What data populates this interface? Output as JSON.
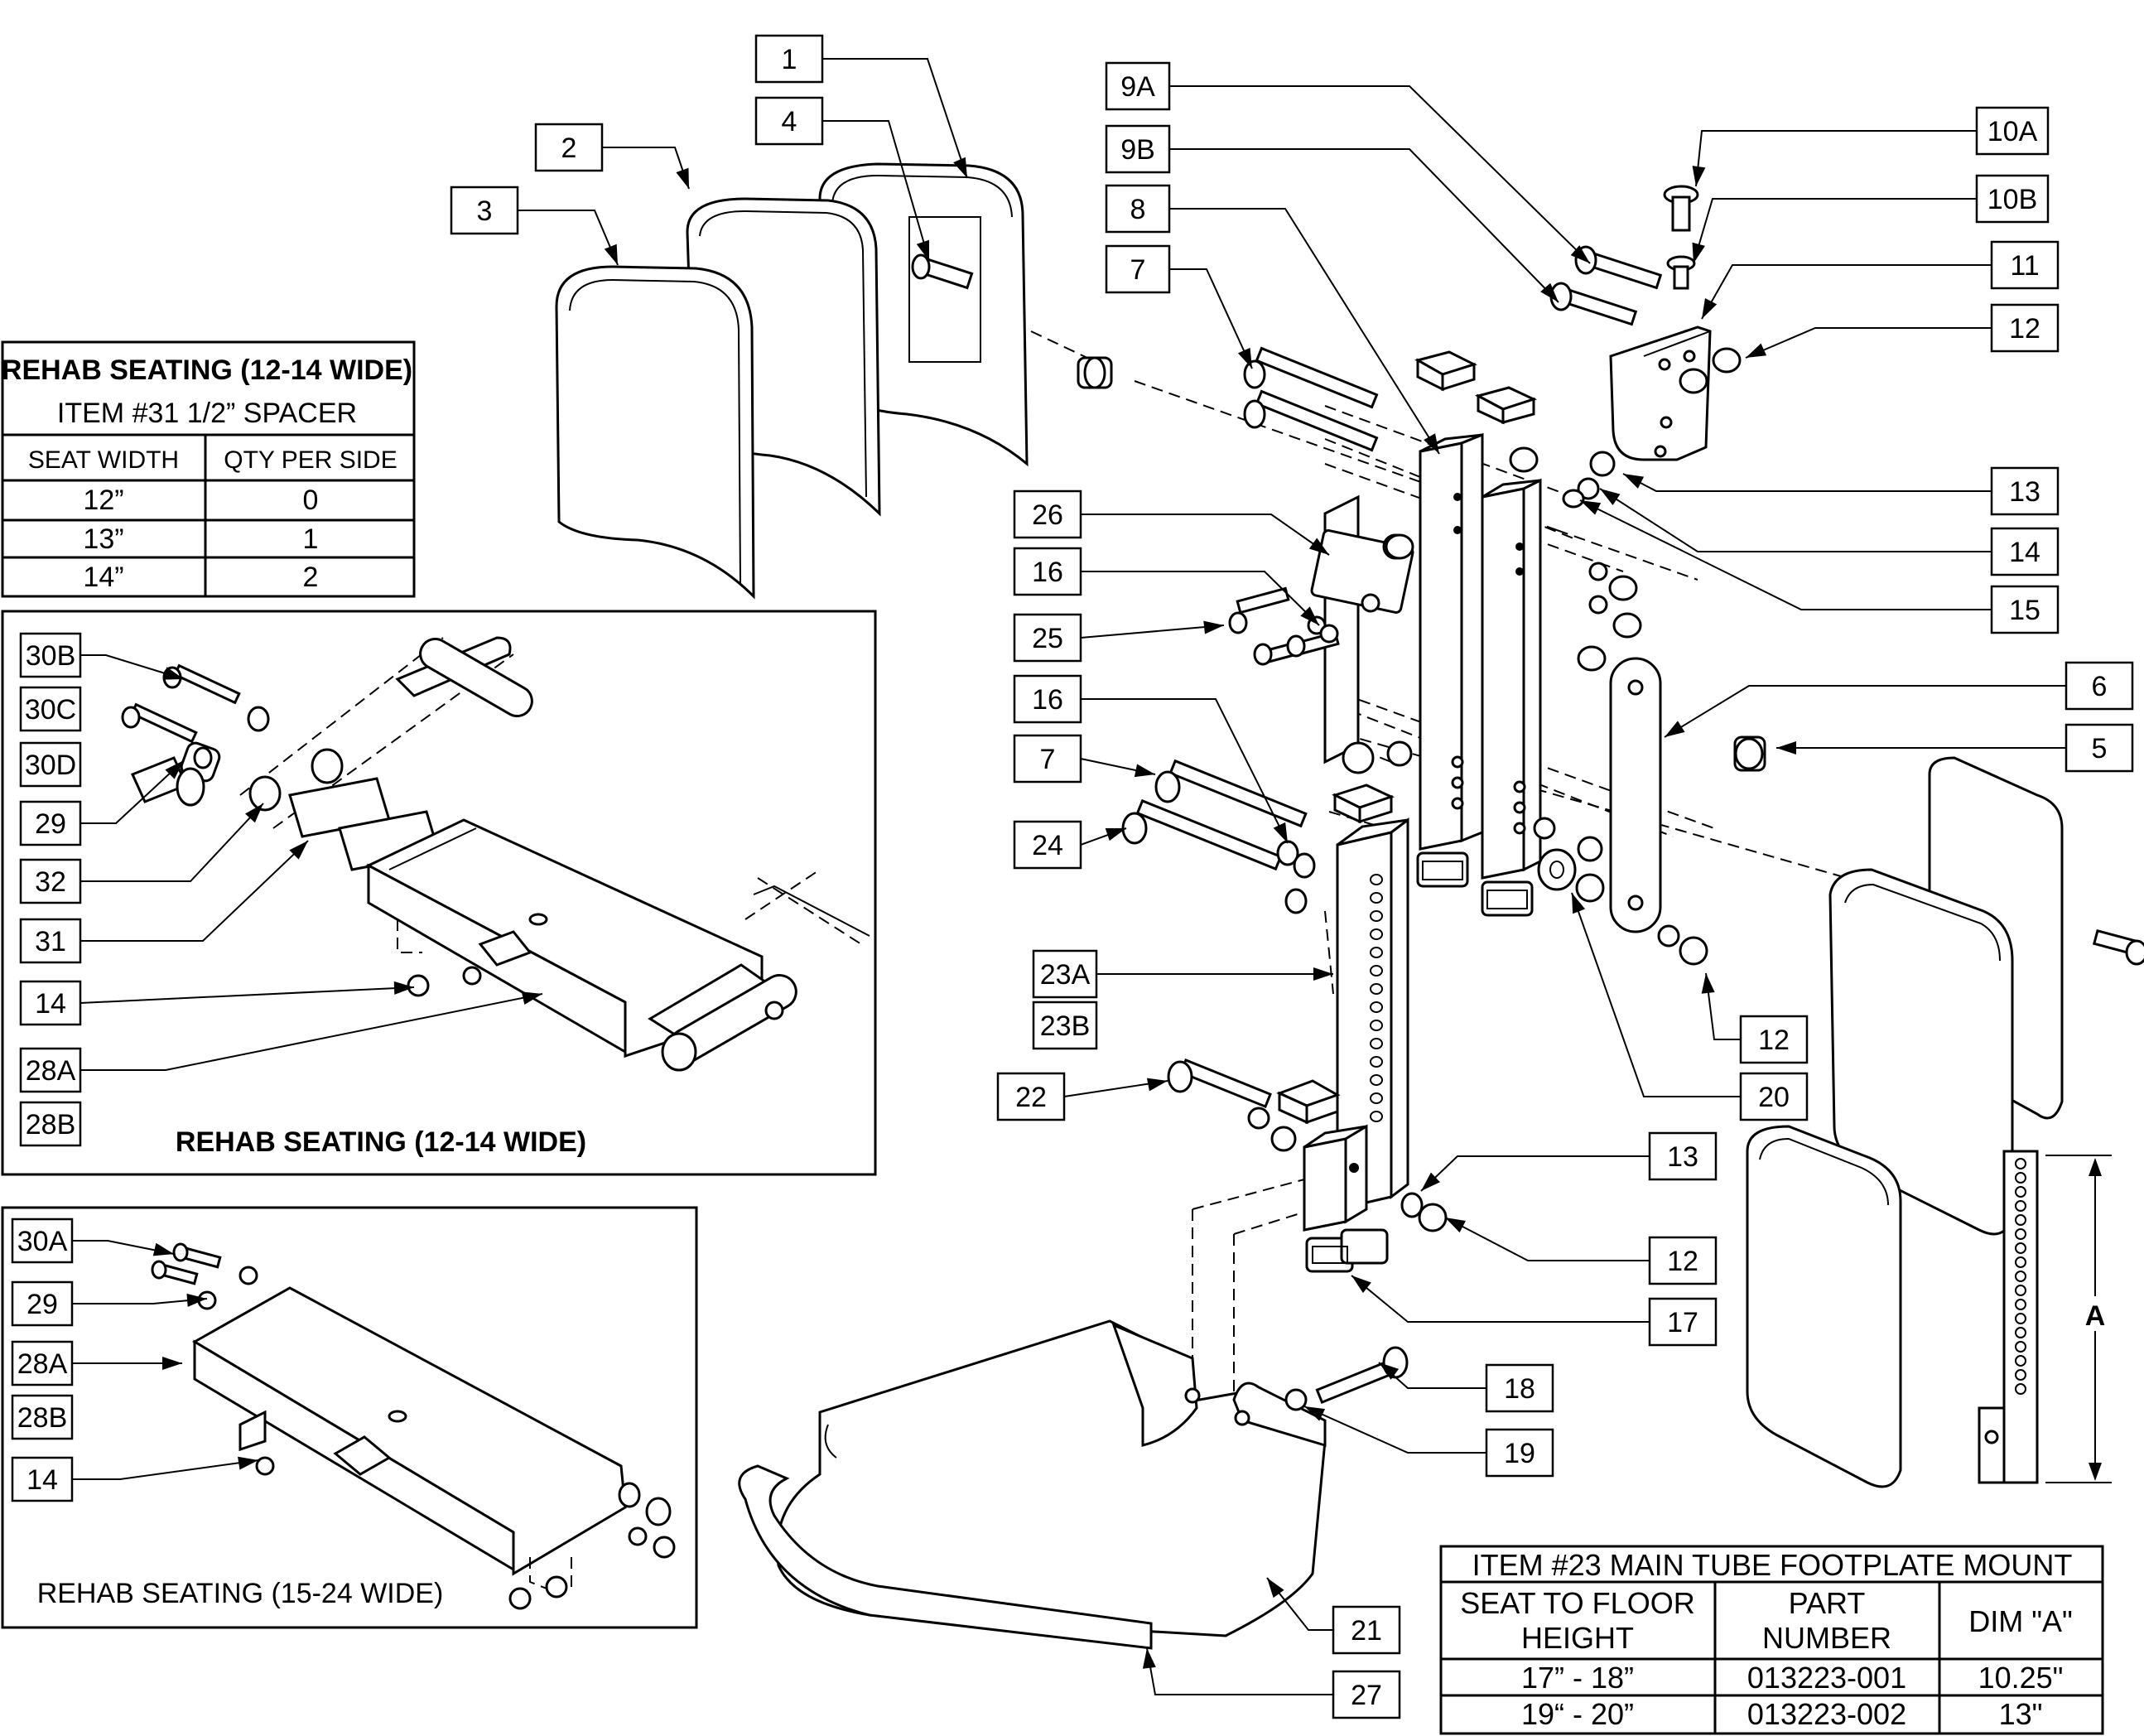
{
  "callouts": [
    {
      "label": "1"
    },
    {
      "label": "4"
    },
    {
      "label": "2"
    },
    {
      "label": "3"
    },
    {
      "label": "9A"
    },
    {
      "label": "9B"
    },
    {
      "label": "8"
    },
    {
      "label": "7"
    },
    {
      "label": "10A"
    },
    {
      "label": "10B"
    },
    {
      "label": "11"
    },
    {
      "label": "12"
    },
    {
      "label": "13"
    },
    {
      "label": "14"
    },
    {
      "label": "15"
    },
    {
      "label": "26"
    },
    {
      "label": "16"
    },
    {
      "label": "25"
    },
    {
      "label": "16"
    },
    {
      "label": "7"
    },
    {
      "label": "24"
    },
    {
      "label": "6"
    },
    {
      "label": "5"
    },
    {
      "label": "23A"
    },
    {
      "label": "23B"
    },
    {
      "label": "12"
    },
    {
      "label": "20"
    },
    {
      "label": "22"
    },
    {
      "label": "13"
    },
    {
      "label": "12"
    },
    {
      "label": "17"
    },
    {
      "label": "18"
    },
    {
      "label": "19"
    },
    {
      "label": "21"
    },
    {
      "label": "27"
    },
    {
      "label": "30B"
    },
    {
      "label": "30C"
    },
    {
      "label": "30D"
    },
    {
      "label": "29"
    },
    {
      "label": "32"
    },
    {
      "label": "31"
    },
    {
      "label": "14"
    },
    {
      "label": "28A"
    },
    {
      "label": "28B"
    },
    {
      "label": "30A"
    },
    {
      "label": "29"
    },
    {
      "label": "28A"
    },
    {
      "label": "28B"
    },
    {
      "label": "14"
    }
  ],
  "spacer_table": {
    "title": "REHAB SEATING (12-14 WIDE)",
    "subtitle": "ITEM #31  1/2” SPACER",
    "headers": [
      "SEAT WIDTH",
      "QTY PER SIDE"
    ],
    "rows": [
      [
        "12”",
        "0"
      ],
      [
        "13”",
        "1"
      ],
      [
        "14”",
        "2"
      ]
    ]
  },
  "footplate_table": {
    "title": "ITEM #23 MAIN TUBE FOOTPLATE MOUNT",
    "headers": [
      [
        "SEAT TO FLOOR",
        "HEIGHT"
      ],
      [
        "PART",
        "NUMBER"
      ],
      [
        "DIM \"A\""
      ]
    ],
    "rows": [
      [
        "17” - 18”",
        "013223-001",
        "10.25\""
      ],
      [
        "19“ - 20”",
        "013223-002",
        "13\""
      ]
    ]
  },
  "insets": {
    "narrow_title": "REHAB SEATING (12-14 WIDE)",
    "wide_title": "REHAB SEATING (15-24 WIDE)"
  },
  "dimension": {
    "label": "A"
  }
}
